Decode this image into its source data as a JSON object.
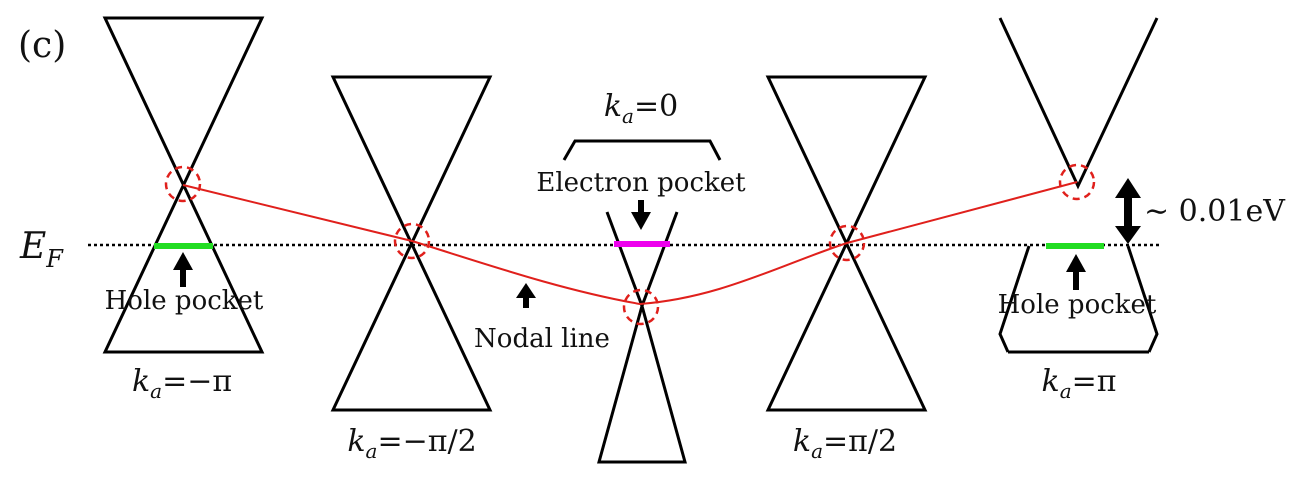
{
  "figure": {
    "panel_label": "(c)",
    "fermi_level_label": {
      "main": "E",
      "sub": "F"
    },
    "energy_gap_label": "∼ 0.01eV",
    "pocket_labels": {
      "hole_left": "Hole pocket",
      "hole_right": "Hole pocket",
      "electron": "Electron pocket",
      "nodal_line": "Nodal line"
    },
    "k_labels": [
      {
        "var": "k",
        "sub": "a",
        "rest": "=−π"
      },
      {
        "var": "k",
        "sub": "a",
        "rest": "=−π/2"
      },
      {
        "var": "k",
        "sub": "a",
        "rest": "=0"
      },
      {
        "var": "k",
        "sub": "a",
        "rest": "=π/2"
      },
      {
        "var": "k",
        "sub": "a",
        "rest": "=π"
      }
    ],
    "colors": {
      "cone": "#000000",
      "nodal_line": "#e0201c",
      "hole_pocket": "#22dd22",
      "electron_pocket": "#ee00ee",
      "fermi_line": "#000000"
    }
  }
}
